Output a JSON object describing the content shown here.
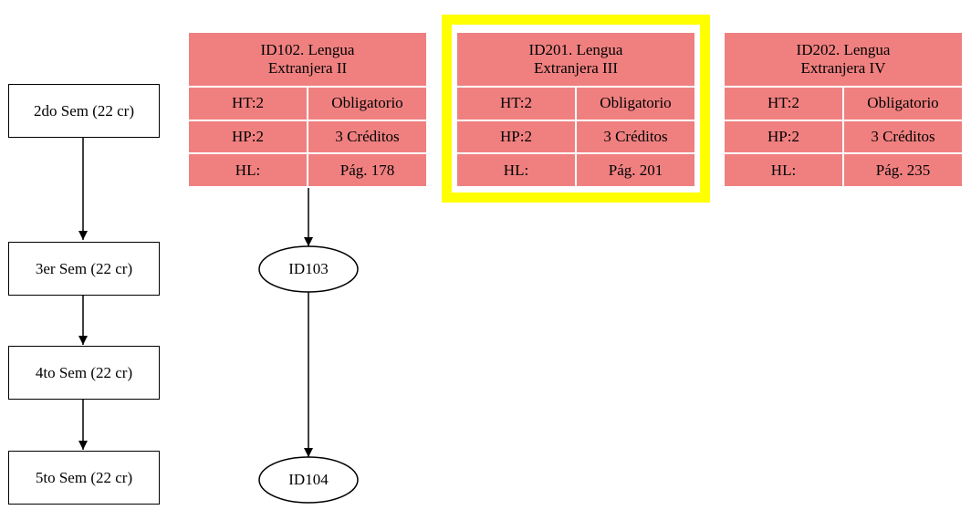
{
  "semesters": [
    {
      "label": "2do Sem (22 cr)"
    },
    {
      "label": "3er Sem (22 cr)"
    },
    {
      "label": "4to Sem (22 cr)"
    },
    {
      "label": "5to Sem (22 cr)"
    }
  ],
  "courses": [
    {
      "title_line1": "ID102. Lengua",
      "title_line2": "Extranjera II",
      "ht": "HT:2",
      "hp": "HP:2",
      "hl": "HL:",
      "type": "Obligatorio",
      "credits": "3 Créditos",
      "page": "Pág. 178"
    },
    {
      "title_line1": "ID201. Lengua",
      "title_line2": "Extranjera III",
      "ht": "HT:2",
      "hp": "HP:2",
      "hl": "HL:",
      "type": "Obligatorio",
      "credits": "3 Créditos",
      "page": "Pág. 201"
    },
    {
      "title_line1": "ID202. Lengua",
      "title_line2": "Extranjera IV",
      "ht": "HT:2",
      "hp": "HP:2",
      "hl": "HL:",
      "type": "Obligatorio",
      "credits": "3 Créditos",
      "page": "Pág. 235"
    }
  ],
  "nodes": [
    {
      "label": "ID103"
    },
    {
      "label": "ID104"
    }
  ],
  "colors": {
    "course_fill": "#f08080",
    "highlight": "#ffff00",
    "stroke": "#000000"
  }
}
